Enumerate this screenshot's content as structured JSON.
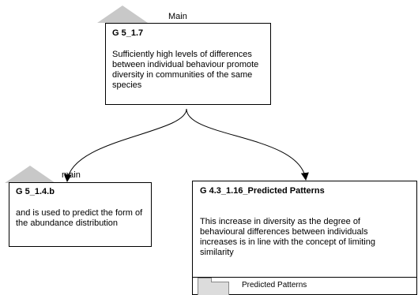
{
  "nodes": {
    "top": {
      "context_label": "Main",
      "id": "G 5_1.7",
      "text": "Sufficiently high levels of differences between individual behaviour promote diversity in communities of the same species"
    },
    "left": {
      "context_label": "main",
      "id": "G 5_1.4.b",
      "text": "and is used to predict the form of the abundance distribution"
    },
    "right": {
      "id": "G 4.3_1.16_Predicted Patterns",
      "text": "This increase in diversity as the degree of behavioural differences between individuals increases is in line with the concept of limiting similarity",
      "module_label": "Predicted Patterns"
    }
  },
  "colors": {
    "context_triangle": "#c8c8c8",
    "border": "#000000",
    "module_icon": "#dcdcdc"
  }
}
